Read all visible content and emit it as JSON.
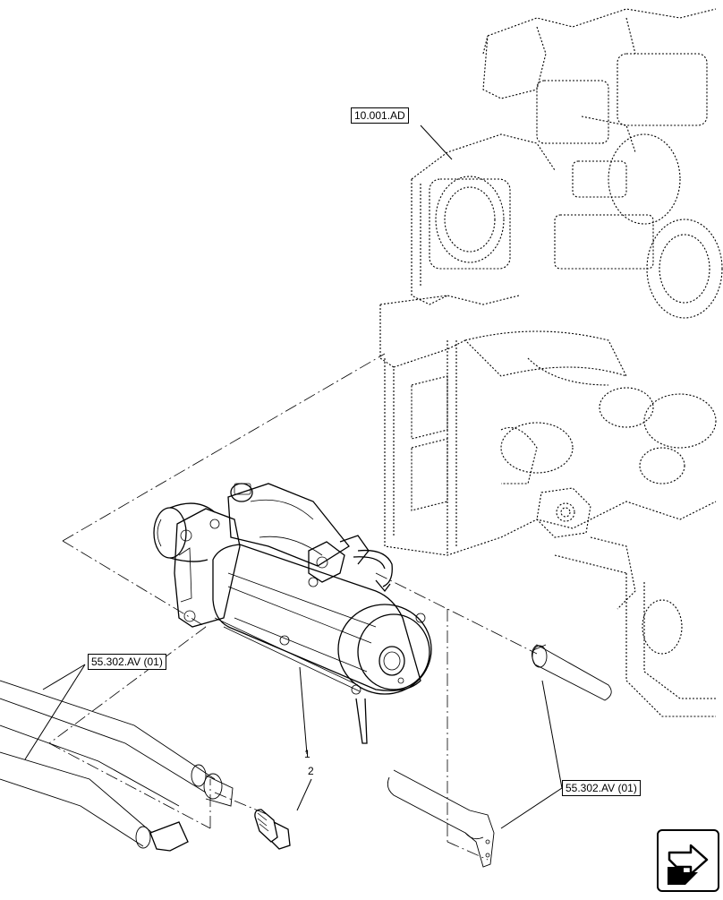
{
  "references": {
    "engine": "10.001.AD",
    "harness_left": "55.302.AV (01)",
    "harness_right": "55.302.AV (01)"
  },
  "callouts": {
    "item_1": "1",
    "item_2": "2"
  },
  "nav": {
    "icon": "arrow-right-icon"
  }
}
